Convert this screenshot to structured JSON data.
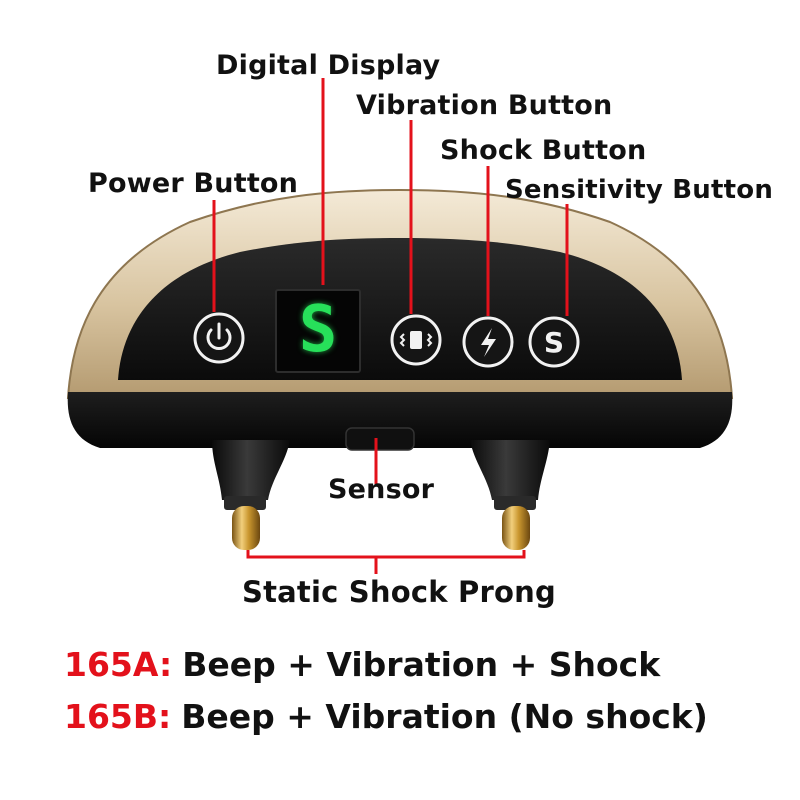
{
  "labels": {
    "digital_display": "Digital Display",
    "vibration_button": "Vibration Button",
    "shock_button": "Shock Button",
    "power_button": "Power Button",
    "sensitivity_button": "Sensitivity Button",
    "sensor": "Sensor",
    "prong": "Static Shock Prong"
  },
  "display_value": "S",
  "sensitivity_symbol": "S",
  "models": [
    {
      "code": "165A:",
      "description": "Beep + Vibration + Shock"
    },
    {
      "code": "165B:",
      "description": "Beep + Vibration (No shock)"
    }
  ],
  "colors": {
    "leader_line": "#e3111b",
    "model_code": "#e3111b",
    "shell_gold": "#d9c7a6",
    "panel_black": "#111111",
    "display_green": "#27e05a",
    "prong_gold": "#c9962e"
  }
}
